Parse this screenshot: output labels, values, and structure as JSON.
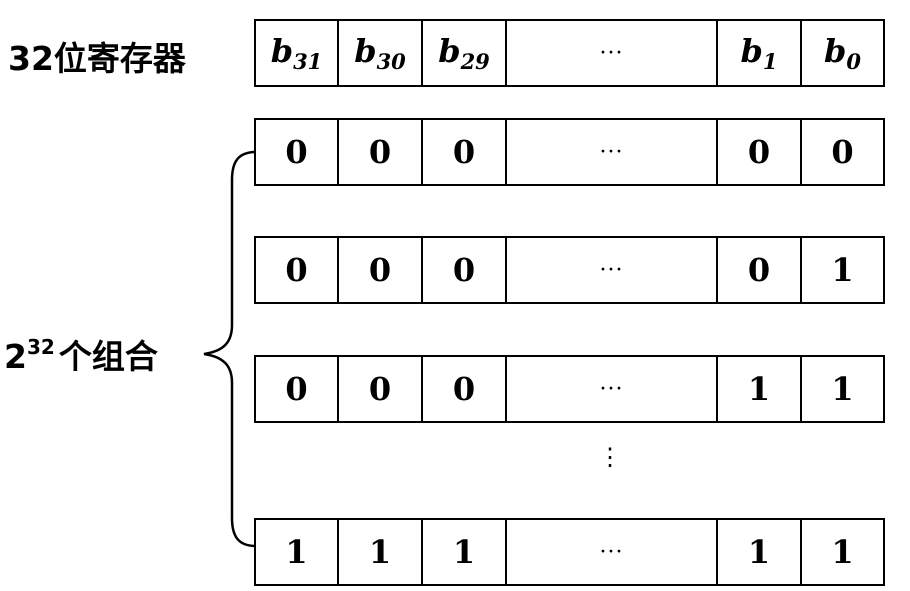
{
  "register_label": "32位寄存器",
  "combinations_label": {
    "base": "2",
    "exponent": "32",
    "suffix": "个组合"
  },
  "header_cells": [
    {
      "base": "b",
      "sub": "31"
    },
    {
      "base": "b",
      "sub": "30"
    },
    {
      "base": "b",
      "sub": "29"
    },
    {
      "text": "···"
    },
    {
      "base": "b",
      "sub": "1"
    },
    {
      "base": "b",
      "sub": "0"
    }
  ],
  "rows": [
    [
      "0",
      "0",
      "0",
      "···",
      "0",
      "0"
    ],
    [
      "0",
      "0",
      "0",
      "···",
      "0",
      "1"
    ],
    [
      "0",
      "0",
      "0",
      "···",
      "1",
      "1"
    ],
    [
      "1",
      "1",
      "1",
      "···",
      "1",
      "1"
    ]
  ],
  "vertical_ellipsis": "⋮"
}
